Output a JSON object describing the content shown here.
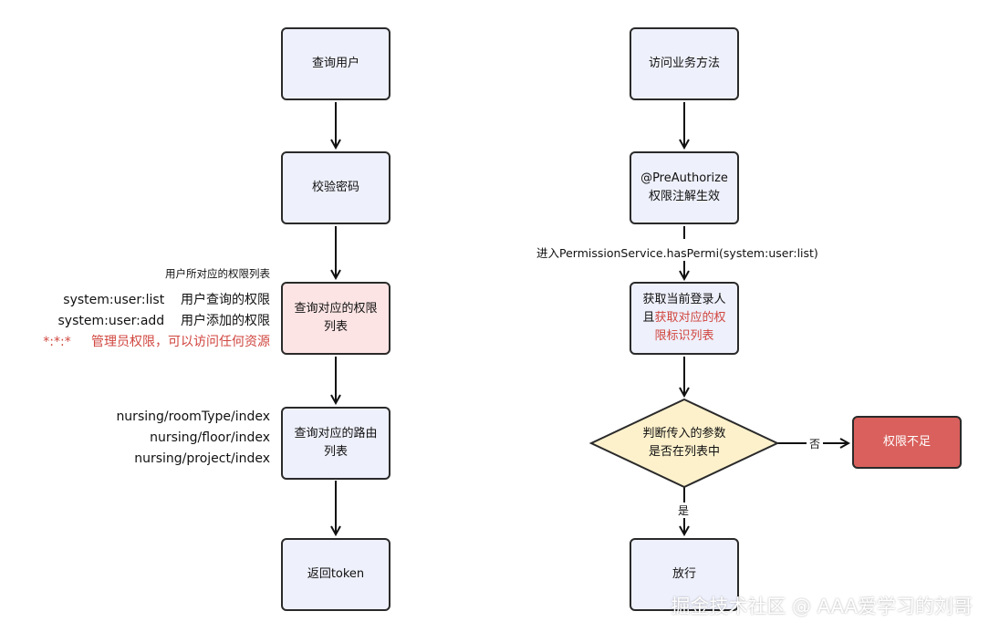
{
  "left_flow": {
    "query_user": "查询用户",
    "verify_password": "校验密码",
    "query_permissions_line1": "查询对应的权限",
    "query_permissions_line2": "列表",
    "query_routes_line1": "查询对应的路由",
    "query_routes_line2": "列表",
    "return_token": "返回token"
  },
  "permission_notes": {
    "heading": "用户所对应的权限列表",
    "rows": [
      {
        "code": "system:user:list",
        "desc": "用户查询的权限"
      },
      {
        "code": "system:user:add",
        "desc": "用户添加的权限"
      }
    ],
    "admin_code": "*:*:*",
    "admin_desc": "管理员权限，可以访问任何资源",
    "admin_color": "#d0463f"
  },
  "route_notes": [
    "nursing/roomType/index",
    "nursing/floor/index",
    "nursing/project/index"
  ],
  "right_flow": {
    "access_method": "访问业务方法",
    "annotation_line1": "@PreAuthorize",
    "annotation_line2": "权限注解生效",
    "enter_service": "进入PermissionService.hasPermi(system:user:list)",
    "get_user_line1": "获取当前登录人",
    "get_user_line2_plain": "且",
    "get_user_line2_highlight": "获取对应的权",
    "get_user_line3_highlight": "限标识列表",
    "decision_line1": "判断传入的参数",
    "decision_line2": "是否在列表中",
    "no_label": "否",
    "yes_label": "是",
    "insufficient": "权限不足",
    "allow": "放行"
  },
  "colors": {
    "node_fill": "#eef0fb",
    "highlight_fill": "#fde4e4",
    "decision_fill": "#fdf1cc",
    "deny_fill": "#d9605c",
    "highlight_text": "#d0463f"
  },
  "watermark": "掘金技术社区 @ AAA爱学习的刘哥"
}
